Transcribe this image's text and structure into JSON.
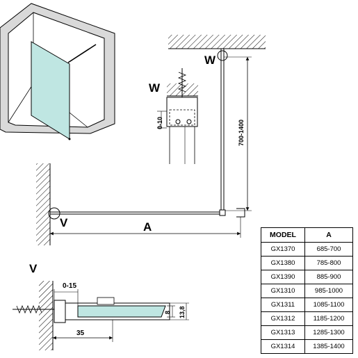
{
  "labels": {
    "w_top": "W",
    "w_detail": "W",
    "v_main": "V",
    "v_detail": "V",
    "a": "A",
    "height_range": "700-1400",
    "gap": "0-10",
    "wall_gap": "0-15",
    "depth": "35",
    "glass": "8",
    "profile": "13,8"
  },
  "table": {
    "headers": [
      "MODEL",
      "A"
    ],
    "rows": [
      {
        "model": "GX1370",
        "a": "685-700"
      },
      {
        "model": "GX1380",
        "a": "785-800"
      },
      {
        "model": "GX1390",
        "a": "885-900"
      },
      {
        "model": "GX1310",
        "a": "985-1000"
      },
      {
        "model": "GX1311",
        "a": "1085-1100"
      },
      {
        "model": "GX1312",
        "a": "1185-1200"
      },
      {
        "model": "GX1313",
        "a": "1285-1300"
      },
      {
        "model": "GX1314",
        "a": "1385-1400"
      }
    ]
  },
  "colors": {
    "glass": "#bfe6e2",
    "wall": "#d9d9d9",
    "line": "#000000"
  }
}
